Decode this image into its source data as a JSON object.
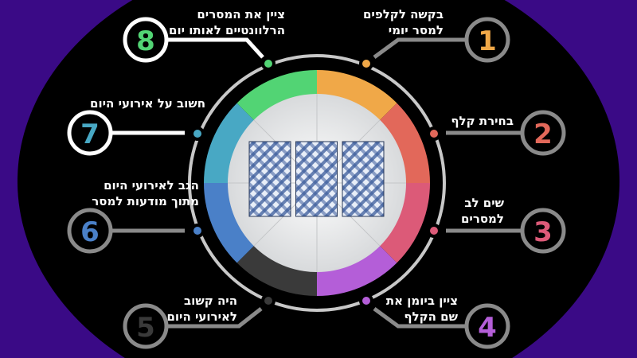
{
  "title": "",
  "steps": [
    {
      "number": "1",
      "color": "#f0a848",
      "lines": [
        "בקשה לקלפים",
        "למסר יומי"
      ]
    },
    {
      "number": "2",
      "color": "#e2685a",
      "lines": [
        "בחירת קלף"
      ]
    },
    {
      "number": "3",
      "color": "#dc5a78",
      "lines": [
        "שים לב",
        "למסרים"
      ]
    },
    {
      "number": "4",
      "color": "#b45ed8",
      "lines": [
        "ציין ביומן את",
        "שם הקלף"
      ]
    },
    {
      "number": "5",
      "color": "#3a3a3a",
      "lines": [
        "היה קשוב",
        "לאירועי היום"
      ]
    },
    {
      "number": "6",
      "color": "#4a80c8",
      "lines": [
        "הגב לאירועי היום",
        "מתוך מודעות למסר"
      ]
    },
    {
      "number": "7",
      "color": "#48a8c4",
      "lines": [
        "חשוב על אירועי היום"
      ]
    },
    {
      "number": "8",
      "color": "#52d474",
      "lines": [
        "ציין את המסרים",
        "הרלוונטיים לאותו יום"
      ]
    }
  ],
  "cards_count": 3,
  "background_color": "#3a0a86"
}
